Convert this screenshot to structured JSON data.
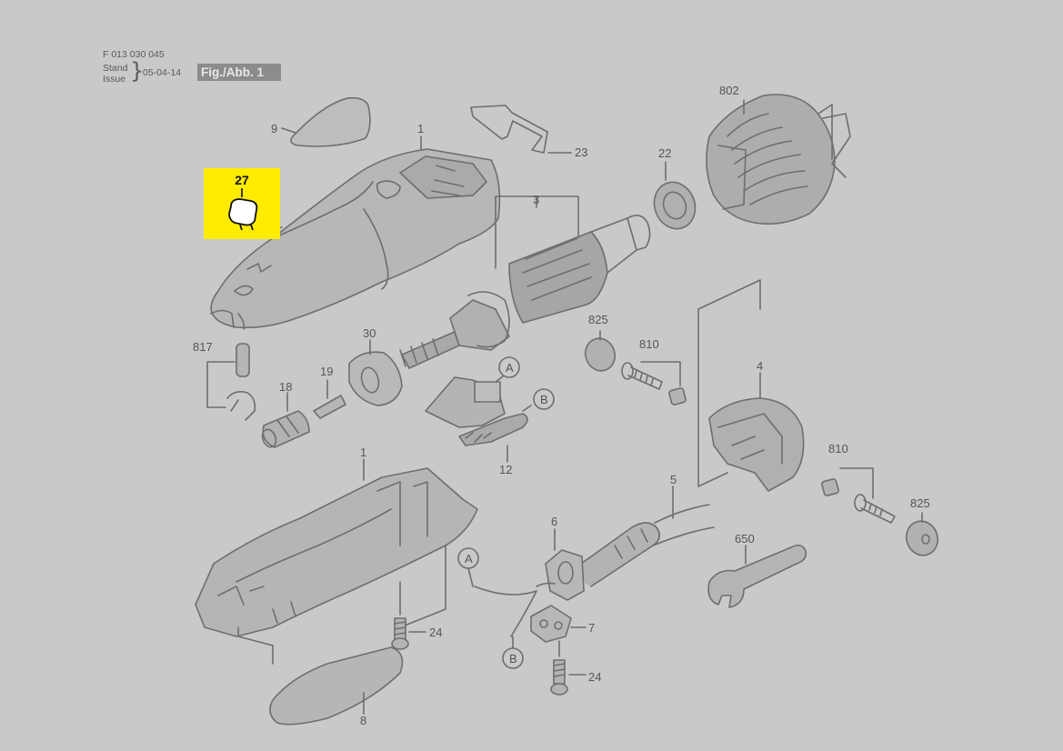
{
  "header": {
    "doc_number": "F 013 030 045",
    "stand_label": "Stand",
    "issue_label": "Issue",
    "issue_date": "05-04-14",
    "figure_label": "Fig./Abb. 1"
  },
  "highlight": {
    "label": "27",
    "color": "#ffec00"
  },
  "parts": {
    "p9": "9",
    "p1_top": "1",
    "p23": "23",
    "p22": "22",
    "p802": "802",
    "p3": "3",
    "p825_top": "825",
    "p810_top": "810",
    "p4": "4",
    "p817": "817",
    "p30": "30",
    "p19": "19",
    "p18": "18",
    "pA_top": "A",
    "pB_top": "B",
    "p12": "12",
    "p810_right": "810",
    "p825_right": "825",
    "p1_bottom": "1",
    "p5": "5",
    "p6": "6",
    "p650": "650",
    "pA_bottom": "A",
    "p7": "7",
    "pB_bottom": "B",
    "p24_left": "24",
    "p24_right": "24",
    "p8": "8"
  },
  "colors": {
    "background": "#c9c9c9",
    "linework": "#6e6e6e",
    "part_fill": "#b4b4b4"
  }
}
